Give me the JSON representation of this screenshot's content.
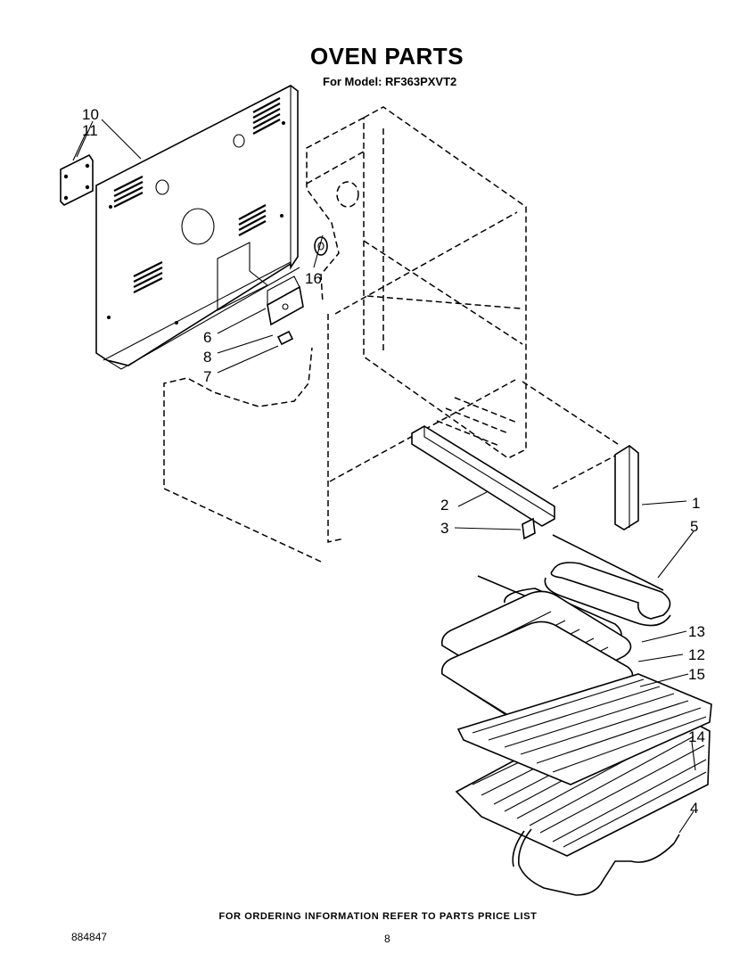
{
  "header": {
    "title": "OVEN PARTS",
    "subtitle": "For Model: RF363PXVT2"
  },
  "callouts": [
    "10",
    "11",
    "16",
    "6",
    "8",
    "7",
    "2",
    "3",
    "1",
    "5",
    "13",
    "12",
    "15",
    "14",
    "4"
  ],
  "footer": {
    "ordering_note": "FOR ORDERING INFORMATION REFER TO PARTS PRICE LIST",
    "document_number": "884847",
    "page_number": "8"
  }
}
